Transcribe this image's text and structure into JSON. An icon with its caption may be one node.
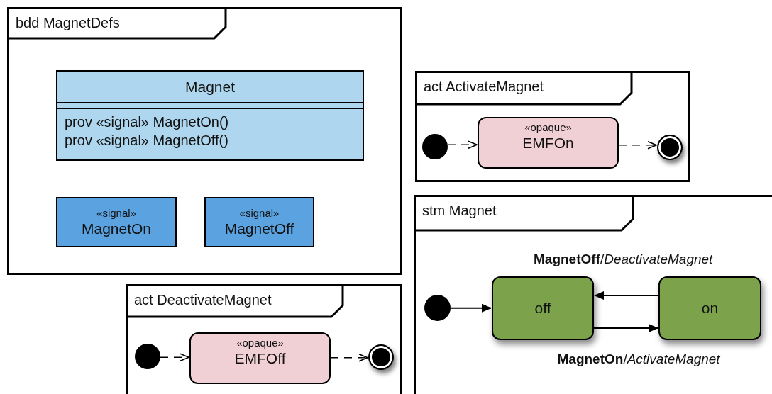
{
  "diagram": {
    "nodes": [
      {
        "text": [
          "bdd MagnetDefs"
        ]
      },
      {
        "text": [
          "Magnet",
          "prov «signal» MagnetOn()",
          "prov «signal» MagnetOff()"
        ],
        "in": 0
      },
      {
        "text": [
          "«signal»",
          "MagnetOn"
        ],
        "in": 0
      },
      {
        "text": [
          "«signal»",
          "MagnetOff"
        ],
        "in": 0
      },
      {
        "text": [
          "act ActivateMagnet"
        ]
      },
      {
        "text": [],
        "shape": "circle",
        "in": 4
      },
      {
        "text": [
          "«opaque»",
          "EMFOn"
        ],
        "in": 4
      },
      {
        "text": [],
        "shape": "circle",
        "in": 4
      },
      {
        "text": [
          "stm Magnet"
        ]
      },
      {
        "text": [],
        "shape": "circle",
        "in": 8
      },
      {
        "text": [
          "off"
        ],
        "in": 8
      },
      {
        "text": [
          "on"
        ],
        "in": 8
      },
      {
        "text": [
          "act DeactivateMagnet"
        ]
      },
      {
        "text": [],
        "shape": "circle",
        "in": 12
      },
      {
        "text": [
          "«opaque»",
          "EMFOff"
        ],
        "in": 12
      },
      {
        "text": [],
        "shape": "circle",
        "in": 12
      }
    ],
    "edges": [
      {
        "from": 5,
        "to": 6,
        "arrow": "to",
        "style": "dashed"
      },
      {
        "from": 6,
        "to": 7,
        "arrow": "to",
        "style": "dashed"
      },
      {
        "from": 9,
        "to": 10,
        "arrow": "to"
      },
      {
        "from": 11,
        "to": 10,
        "arrow": "to",
        "label": "**MagnetOff**/*DeactivateMagnet*"
      },
      {
        "from": 10,
        "to": 11,
        "arrow": "to",
        "label": "**MagnetOn**/*ActivateMagnet*"
      },
      {
        "from": 13,
        "to": 14,
        "arrow": "to",
        "style": "dashed"
      },
      {
        "from": 14,
        "to": 15,
        "arrow": "to",
        "style": "dashed"
      }
    ]
  }
}
